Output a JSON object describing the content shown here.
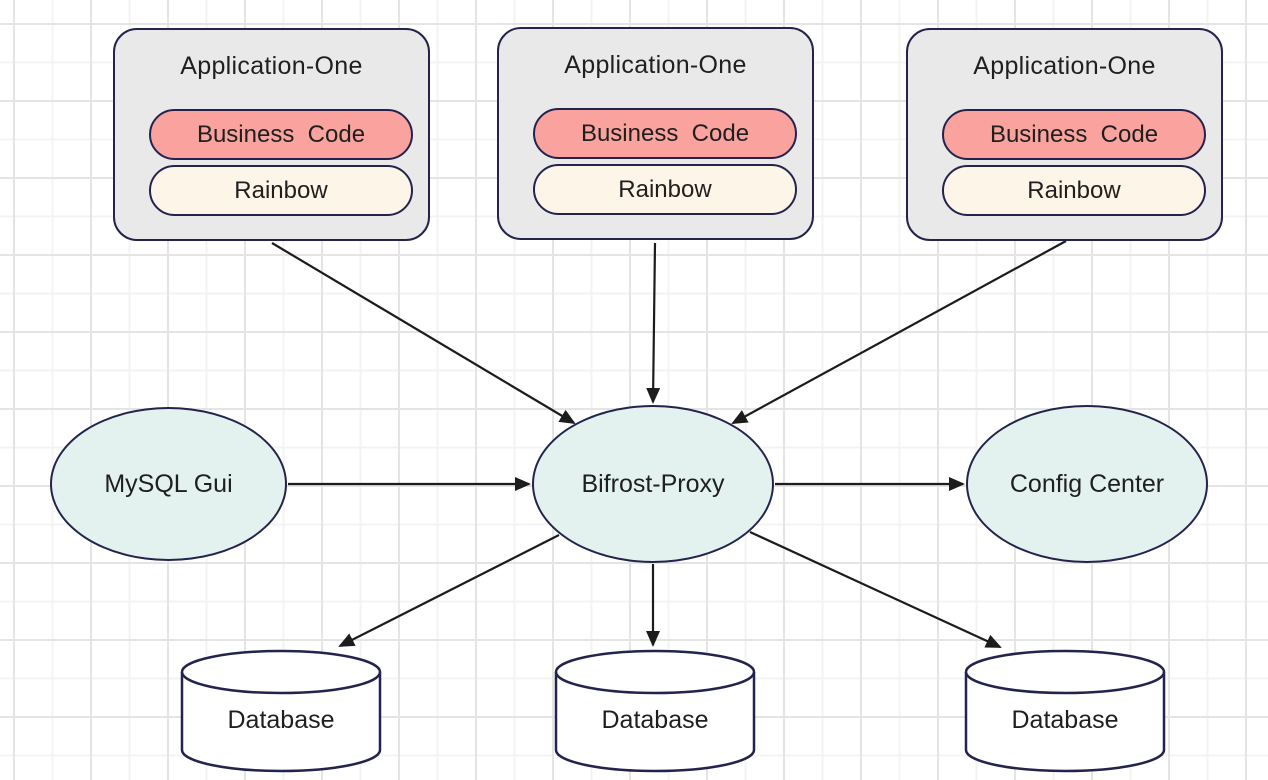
{
  "applications": [
    {
      "title": "Application-One",
      "business_code": "Business  Code",
      "rainbow": "Rainbow"
    },
    {
      "title": "Application-One",
      "business_code": "Business  Code",
      "rainbow": "Rainbow"
    },
    {
      "title": "Application-One",
      "business_code": "Business  Code",
      "rainbow": "Rainbow"
    }
  ],
  "nodes": {
    "mysql_gui": "MySQL Gui",
    "bifrost_proxy": "Bifrost-Proxy",
    "config_center": "Config Center"
  },
  "databases": [
    "Database",
    "Database",
    "Database"
  ],
  "edges": [
    {
      "from": "application-1",
      "to": "bifrost-proxy"
    },
    {
      "from": "application-2",
      "to": "bifrost-proxy"
    },
    {
      "from": "application-3",
      "to": "bifrost-proxy"
    },
    {
      "from": "mysql-gui",
      "to": "bifrost-proxy"
    },
    {
      "from": "bifrost-proxy",
      "to": "config-center"
    },
    {
      "from": "bifrost-proxy",
      "to": "database-1"
    },
    {
      "from": "bifrost-proxy",
      "to": "database-2"
    },
    {
      "from": "bifrost-proxy",
      "to": "database-3"
    }
  ],
  "colors": {
    "app_box_fill": "#e9e9ea",
    "business_code_fill": "#f9a29e",
    "rainbow_fill": "#fdf5e7",
    "ellipse_fill": "#e3f2ee",
    "database_fill": "#ffffff",
    "node_border": "#23234d",
    "arrow": "#1c1c1c",
    "grid_major": "#e4e4e4",
    "grid_minor": "#f3f3f3"
  }
}
